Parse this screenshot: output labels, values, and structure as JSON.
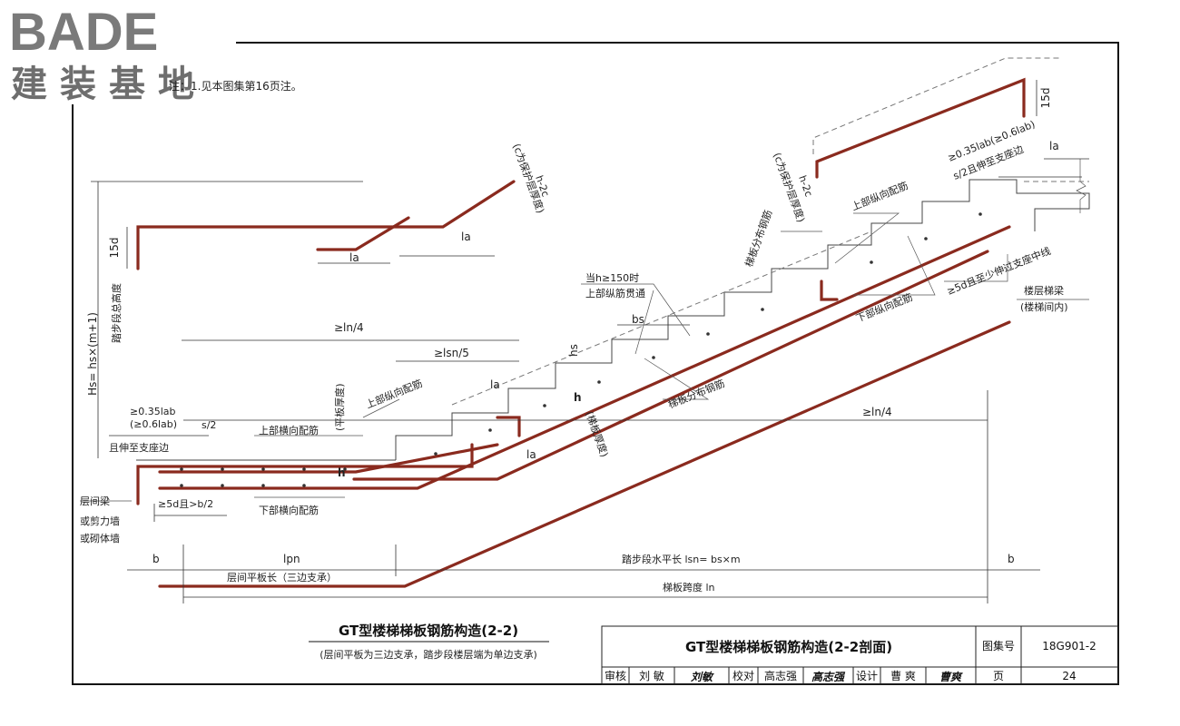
{
  "logo": {
    "brand": "BADE",
    "subtitle": "建装基地"
  },
  "note": "注：1.见本图集第16页注。",
  "labels": {
    "hs_total": "Hs= hs×(m+1)",
    "hs_total_desc": "踏步段总高度",
    "d15_left": "15d",
    "d15_right": "15d",
    "h2c_left": "h-2c",
    "c_cover_left": "(c为保护层厚度)",
    "h2c_right": "h-2c",
    "c_cover_right": "(c为保护层厚度)",
    "la_1": "la",
    "la_2": "la",
    "la_3": "la",
    "la_4": "la",
    "la_right": "la",
    "ln4_left": "≥ln/4",
    "lsn5": "≥lsn/5",
    "ln4_right": "≥ln/4",
    "anchor_left_1": "≥0.35lab",
    "anchor_left_2": "(≥0.6lab)",
    "anchor_left_3": "且伸至支座边",
    "s2_left": "s/2",
    "anchor_right_1": "≥0.35lab(≥0.6lab)",
    "anchor_right_2": "s/2且伸至支座边",
    "top_long_bar_right": "上部纵向配筋",
    "dist_bar_right": "梯板分布钢筋",
    "h150_1": "当h≥150时",
    "h150_2": "上部纵筋贯通",
    "bs": "bs",
    "hs": "hs",
    "top_long_bar_left": "上部纵向配筋",
    "slab_thick_left": "(平板厚度)",
    "top_trans_bar": "上部横向配筋",
    "bot_trans_bar": "下部横向配筋",
    "h_left": "h",
    "h_mid": "h",
    "stair_thick": "(梯板厚度)",
    "dist_bar_mid": "梯板分布钢筋",
    "bottom_long_bar": "下部纵向配筋",
    "anchor_5d_right": "≥5d且至少伸过支座中线",
    "stair_beam_1": "楼层梯梁",
    "stair_beam_2": "(楼梯间内)",
    "mid_beam_1": "层间梁",
    "mid_beam_2": "或剪力墙",
    "mid_beam_3": "或砌体墙",
    "anchor_5d_left": "≥5d且>b/2",
    "b_left": "b",
    "lpn": "lpn",
    "lpn_desc": "层间平板长（三边支承）",
    "lsn_desc": "踏步段水平长 lsn= bs×m",
    "b_right": "b",
    "ln_desc": "梯板跨度 ln"
  },
  "caption": {
    "title": "GT型楼梯梯板钢筋构造(2-2)",
    "subtitle": "(层间平板为三边支承，踏步段楼层端为单边支承)"
  },
  "titleblock": {
    "title": "GT型楼梯梯板钢筋构造(2-2剖面)",
    "atlas_label": "图集号",
    "atlas_no": "18G901-2",
    "review_label": "审核",
    "reviewer": "刘  敏",
    "review_sign": "刘敏",
    "check_label": "校对",
    "checker": "高志强",
    "check_sign": "高志强",
    "design_label": "设计",
    "designer": "曹  爽",
    "design_sign": "曹爽",
    "page_label": "页",
    "page_no": "24"
  },
  "colors": {
    "rebar": "#8a2a1e",
    "logo": "#7a7a7a"
  }
}
